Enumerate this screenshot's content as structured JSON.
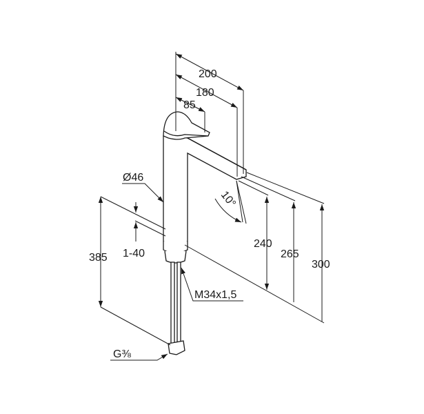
{
  "title": "Faucet dimension drawing",
  "dimensions": {
    "spout_reach_total": "200",
    "spout_reach": "180",
    "handle_reach": "85",
    "body_diameter": "Ø46",
    "spout_angle": "10°",
    "spout_height": "240",
    "spout_top_height": "265",
    "overall_height": "300",
    "hose_length": "385",
    "deck_thickness": "1-40",
    "mounting_thread": "M34x1,5",
    "connection_thread": "G⅜"
  },
  "colors": {
    "line": "#1a1a1a",
    "background": "#ffffff"
  }
}
